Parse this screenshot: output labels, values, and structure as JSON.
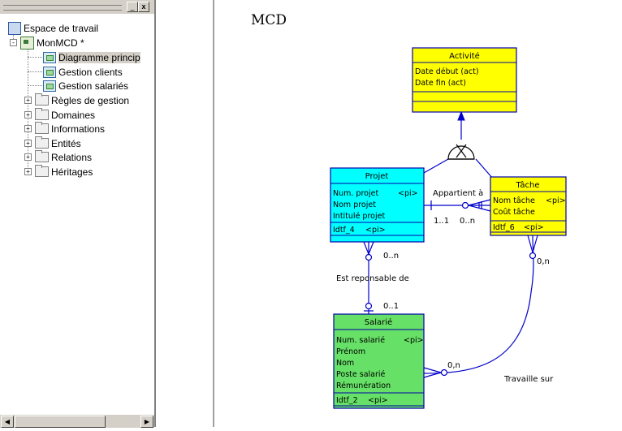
{
  "diagram_title": "MCD",
  "tree": {
    "workspace_label": "Espace de travail",
    "model_label": "MonMCD *",
    "diagrams": [
      "Diagramme princip",
      "Gestion clients",
      "Gestion salariés"
    ],
    "folders": [
      "Règles de gestion",
      "Domaines",
      "Informations",
      "Entités",
      "Relations",
      "Héritages"
    ],
    "expand_collapsed": "+",
    "expand_expanded": "-"
  },
  "window_controls": {
    "minimize": "_",
    "close": "x"
  },
  "scrollbar": {
    "left_arrow": "◀",
    "right_arrow": "▶"
  },
  "entities": {
    "activite": {
      "title": "Activité",
      "attributes": [
        "Date début (act)",
        "Date fin (act)"
      ],
      "identifier": ""
    },
    "projet": {
      "title": "Projet",
      "attributes": [
        "Num. projet",
        "Nom projet",
        "Intitulé projet"
      ],
      "pk_tag": "<pi>",
      "identifier": "Idtf_4",
      "identifier_tag": "<pi>"
    },
    "tache": {
      "title": "Tâche",
      "attributes": [
        "Nom tâche",
        "Coût tâche"
      ],
      "pk_tag": "<pi>",
      "identifier": "Idtf_6",
      "identifier_tag": "<pi>"
    },
    "salarie": {
      "title": "Salarié",
      "attributes": [
        "Num. salarié",
        "Prénom",
        "Nom",
        "Poste salarié",
        "Rémunération"
      ],
      "pk_tag": "<pi>",
      "identifier": "Idtf_2",
      "identifier_tag": "<pi>"
    }
  },
  "relations": {
    "appartient": {
      "label": "Appartient à",
      "card_left": "1..1",
      "card_right": "0..n"
    },
    "est_responsable": {
      "label": "Est reponsable de",
      "card_top": "0..n",
      "card_bottom": "0..1"
    },
    "travaille": {
      "label": "Travaille sur",
      "card_salarie": "0,n",
      "card_tache": "0,n"
    }
  },
  "colors": {
    "activite": "#ffff00",
    "projet": "#00ffff",
    "tache": "#ffff00",
    "salarie": "#66e066",
    "link": "#0000cc",
    "entity_border": "#0000aa"
  }
}
